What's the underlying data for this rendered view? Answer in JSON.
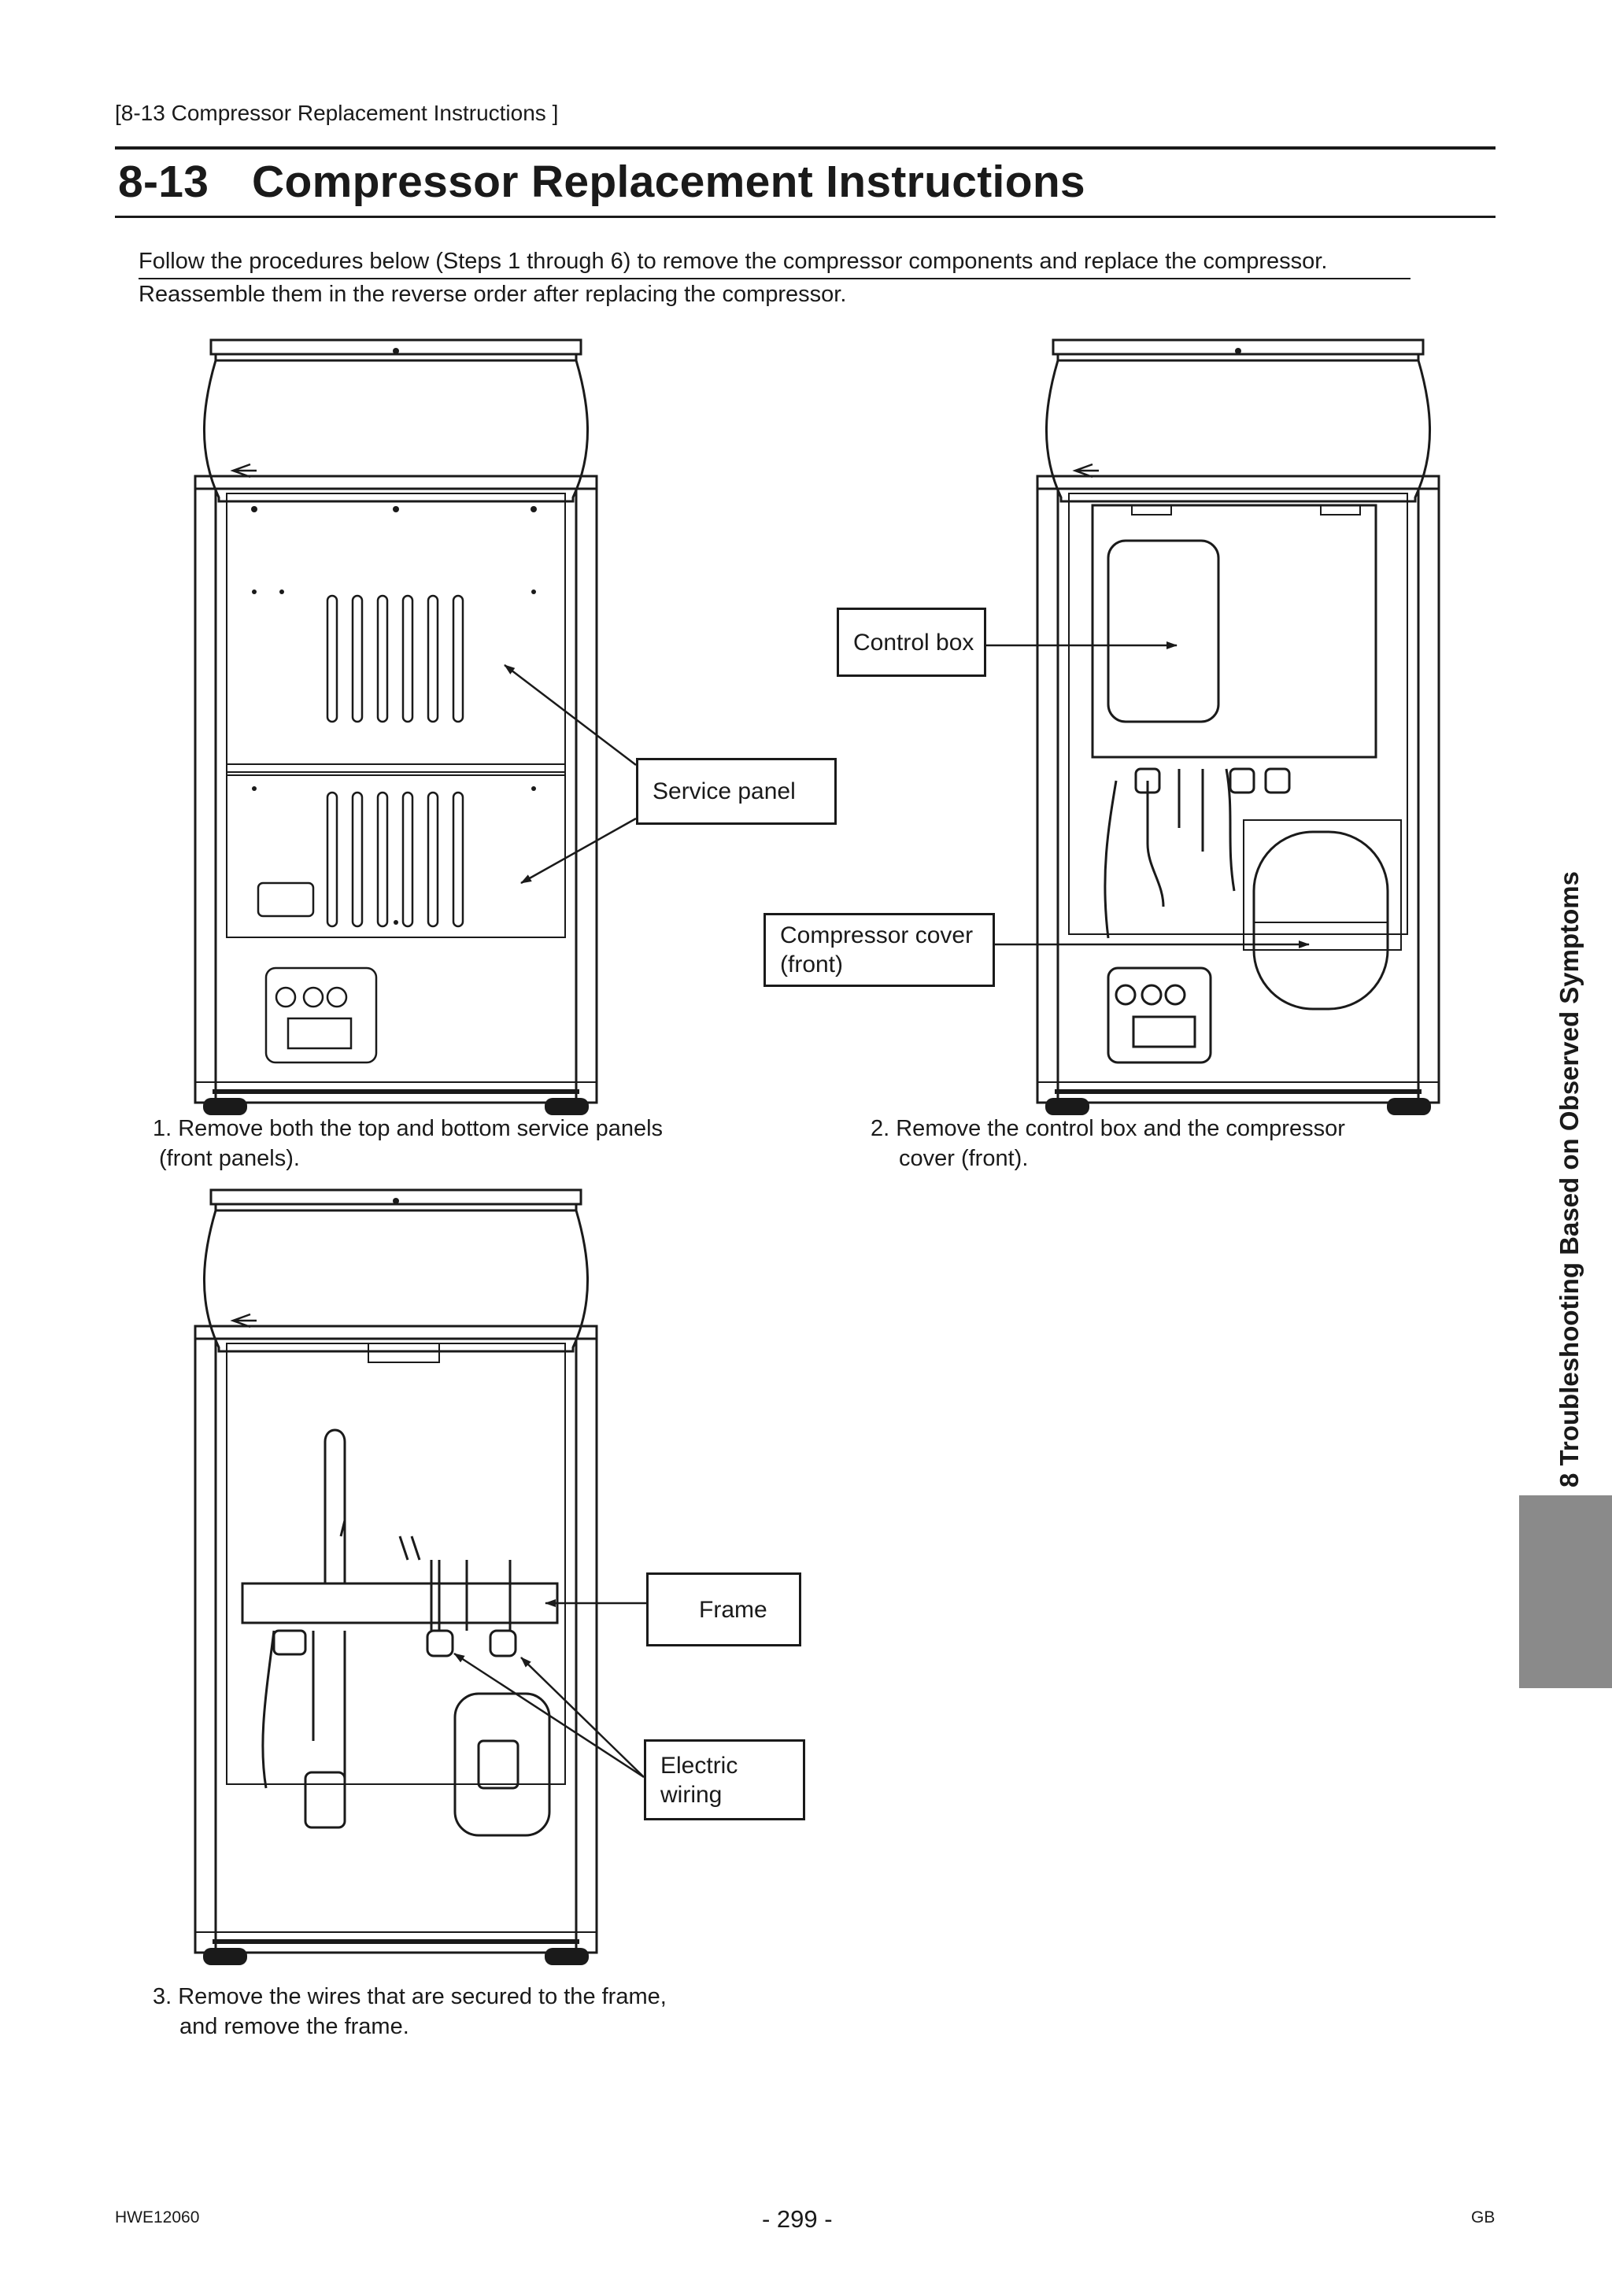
{
  "header": {
    "breadcrumb": "[8-13 Compressor Replacement Instructions ]",
    "section_number": "8-13",
    "title": "Compressor Replacement Instructions"
  },
  "intro": {
    "line1": "Follow the procedures below (Steps 1 through 6) to remove the compressor components and replace the compressor.",
    "line2": "Reassemble them in the reverse order after replacing the compressor."
  },
  "figures": {
    "fig1": {
      "callout": "Service panel",
      "caption_line1": "1. Remove both the top and bottom service panels",
      "caption_line2": "(front panels)."
    },
    "fig2": {
      "callout_control_box": "Control box",
      "callout_compressor_line1": "Compressor cover",
      "callout_compressor_line2": "(front)",
      "caption_line1": "2. Remove the control box and the compressor",
      "caption_line2": "cover (front)."
    },
    "fig3": {
      "callout_frame": "Frame",
      "callout_wiring_line1": "Electric",
      "callout_wiring_line2": "wiring",
      "caption_line1": "3. Remove the wires that are secured to the frame,",
      "caption_line2": "and remove the frame."
    }
  },
  "side_tab": {
    "text": "8  Troubleshooting Based on Observed Symptoms"
  },
  "footer": {
    "doc_code": "HWE12060",
    "page_number": "- 299 -",
    "region": "GB"
  },
  "colors": {
    "ink": "#1a1a1a",
    "tab_gray": "#8a8a8a"
  }
}
